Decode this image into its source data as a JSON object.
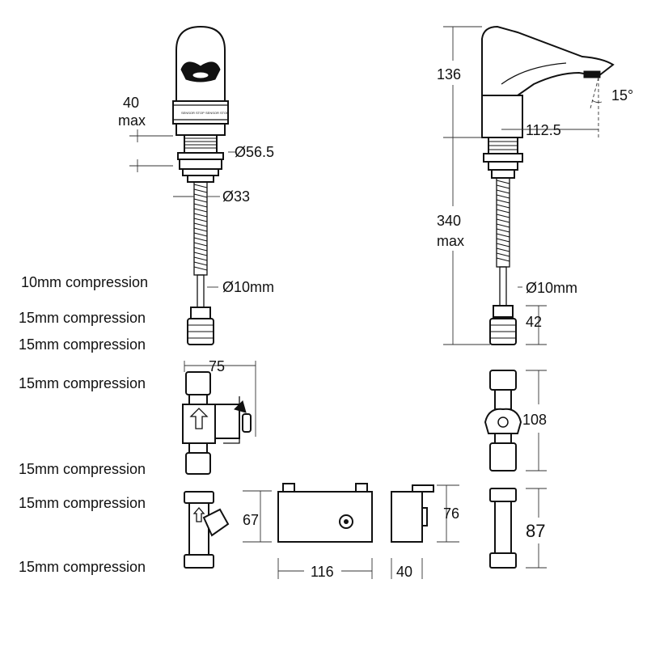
{
  "labels": {
    "conn_10mm": "10mm compression",
    "conn_15mm": "15mm compression"
  },
  "dimensions": {
    "base_height": "40",
    "base_height_suffix": "max",
    "body_dia": "Ø56.5",
    "shank_dia": "Ø33",
    "hose_dia_left": "Ø10mm",
    "spout_height": "136",
    "reach": "112.5",
    "angle": "15°",
    "hose_length": "340",
    "hose_length_suffix": "max",
    "hose_dia_right": "Ø10mm",
    "connector_len": "42",
    "valve_width": "75",
    "valve_height": "108",
    "box_height": "67",
    "box_width": "116",
    "box_depth": "40",
    "box_side_height": "76",
    "filter_height": "87"
  },
  "tap_markings": {
    "left": "SENSOR STOP",
    "right": "SENSOR STOP"
  }
}
